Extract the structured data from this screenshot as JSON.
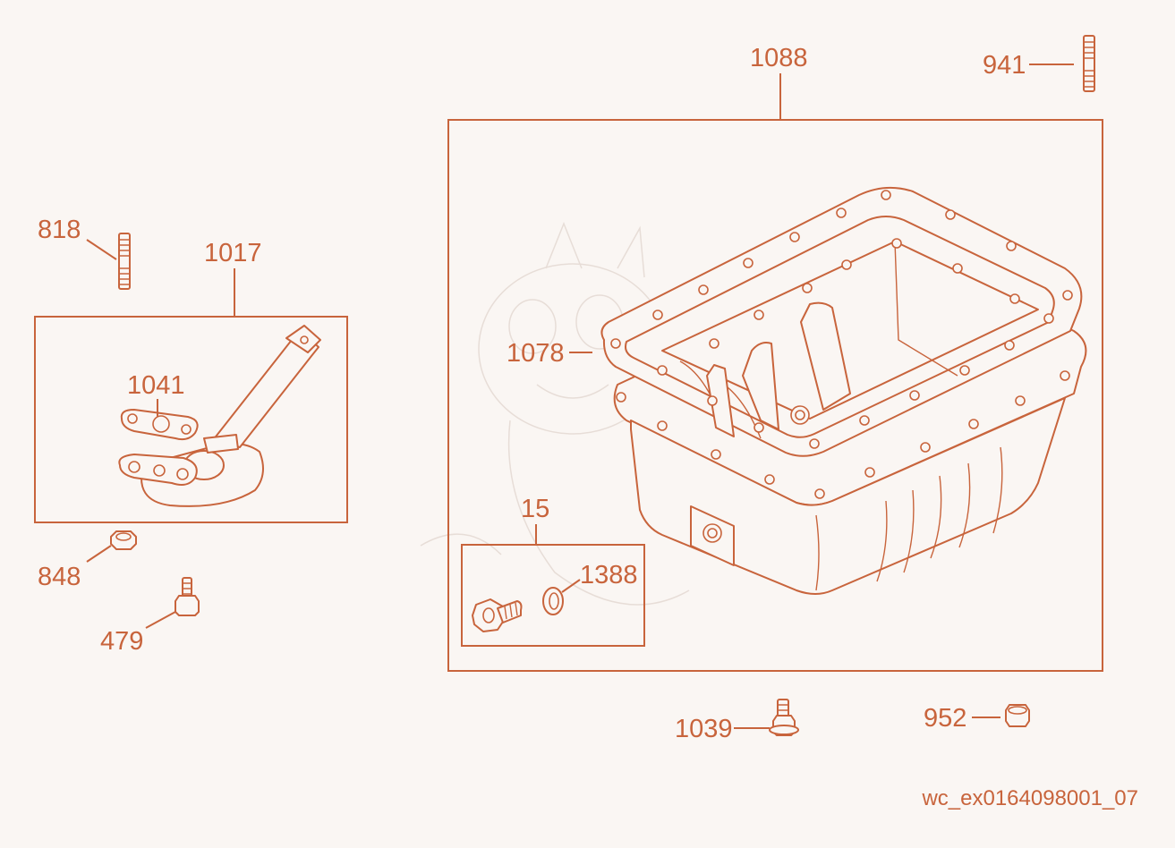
{
  "diagram": {
    "code": "wc_ex0164098001_07",
    "accent_color": "#c8643c",
    "background_color": "#faf6f3",
    "labels": {
      "p818": "818",
      "p1017": "1017",
      "p1041": "1041",
      "p848": "848",
      "p479": "479",
      "p1088": "1088",
      "p941": "941",
      "p1078": "1078",
      "p15": "15",
      "p1388": "1388",
      "p1039": "1039",
      "p952": "952"
    }
  }
}
